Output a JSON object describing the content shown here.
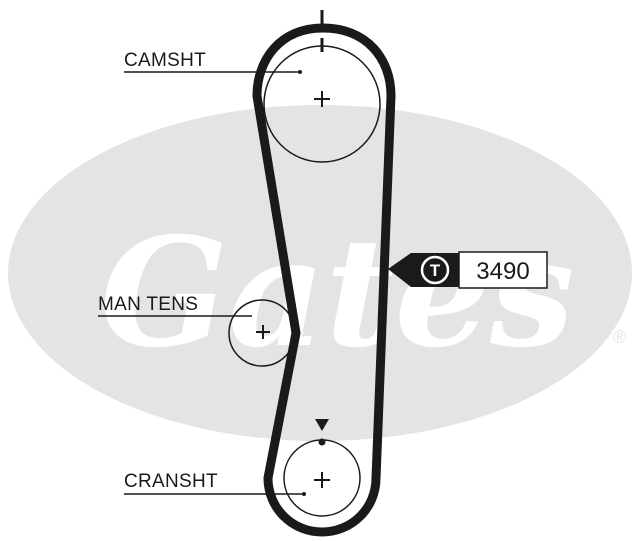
{
  "brand": {
    "logo_text": "Gates",
    "registered_mark": "®",
    "logo_color": "#e4e4e4"
  },
  "labels": {
    "camshaft": "CAMSHT",
    "tensioner": "MAN TENS",
    "crankshaft": "CRANSHT"
  },
  "part_tag": {
    "letter": "T",
    "number": "3490"
  },
  "colors": {
    "line": "#1a1a1a",
    "background": "#ffffff"
  }
}
